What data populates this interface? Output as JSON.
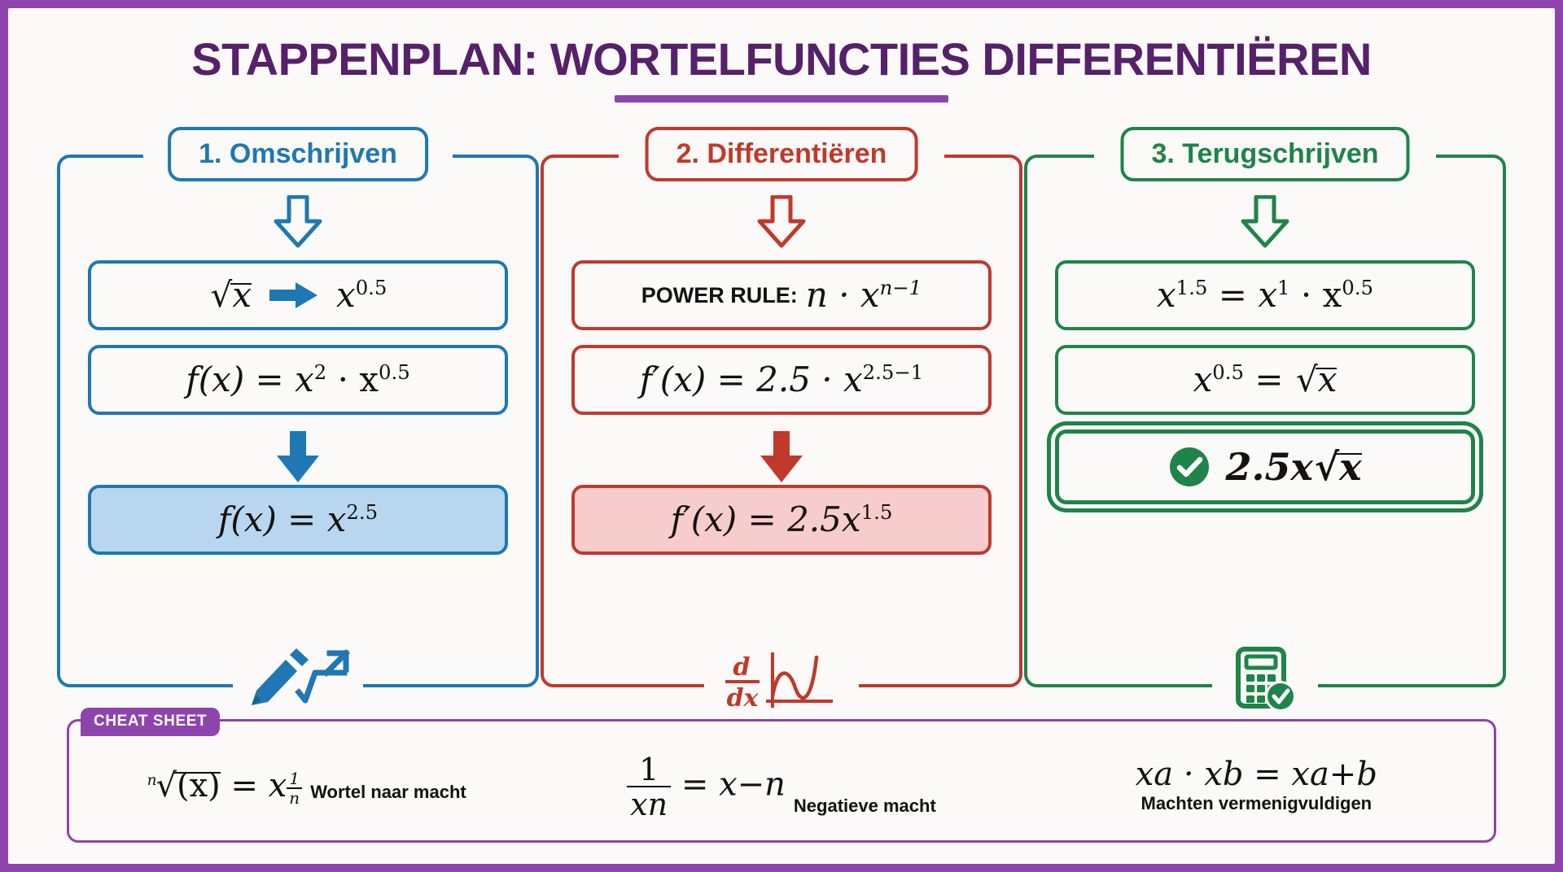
{
  "page": {
    "title": "STAPPENPLAN: WORTELFUNCTIES DIFFERENTIËREN",
    "frame_color": "#8e44ad",
    "canvas_color": "#fbfaf8",
    "title_color": "#56206b"
  },
  "columns": [
    {
      "id": "omschrijven",
      "header": "1. Omschrijven",
      "accent": "#1f77b4",
      "highlight_fill": "#b8d6ef",
      "deco_icon": "pencil-sqrt-arrow-icon",
      "boxes": [
        {
          "kind": "transform",
          "left": "√x",
          "right": "x",
          "right_exp": "0.5"
        },
        {
          "kind": "formula",
          "text": "f(x) = x² · x^0.5"
        },
        {
          "kind": "result",
          "text": "f(x) = x^2.5"
        }
      ]
    },
    {
      "id": "differentieren",
      "header": "2. Differentiëren",
      "accent": "#c0392b",
      "highlight_fill": "#f6cdcc",
      "deco_icon": "derivative-curve-icon",
      "boxes": [
        {
          "kind": "rule",
          "label": "POWER RULE:",
          "text": "n · x^(n−1)"
        },
        {
          "kind": "formula",
          "text": "f′(x) = 2.5 · x^(2.5−1)"
        },
        {
          "kind": "result",
          "text": "f′(x) = 2.5x^1.5"
        }
      ]
    },
    {
      "id": "terugschrijven",
      "header": "3. Terugschrijven",
      "accent": "#1e8449",
      "highlight_fill": "#ffffff",
      "deco_icon": "calculator-check-icon",
      "boxes": [
        {
          "kind": "formula",
          "text": "x^1.5 = x^1 · x^0.5"
        },
        {
          "kind": "formula",
          "text": "x^0.5 = √x"
        },
        {
          "kind": "answer",
          "text": "2.5x√x",
          "badge": "check-circle-icon"
        }
      ]
    }
  ],
  "cheat_sheet": {
    "badge": "CHEAT SHEET",
    "accent": "#8e44ad",
    "items": [
      {
        "id": "wortel-naar-macht",
        "formula": "ⁿ√(x) = x^(1/n)",
        "caption": "Wortel naar macht"
      },
      {
        "id": "negatieve-macht",
        "formula": "1/xⁿ = x^(−n)",
        "caption": "Negatieve macht"
      },
      {
        "id": "machten-vermenigvuldigen",
        "formula": "x^a · x^b = x^(a+b)",
        "caption": "Machten vermenigvuldigen"
      }
    ]
  },
  "math_parts": {
    "c1b1_left_root": "√",
    "c1b1_left_var": "x",
    "c1b1_right_base": "x",
    "c1b1_right_exp": "0.5",
    "c1b2_a": "f(x) = x",
    "c1b2_e1": "2",
    "c1b2_mid": " · x",
    "c1b2_e2": "0.5",
    "c1b3_a": "f(x) = x",
    "c1b3_e1": "2.5",
    "c2b1_label": "POWER RULE:",
    "c2b1_a": "n · x",
    "c2b1_e1": "n−1",
    "c2b2_a": "f′(x) = 2.5 · x",
    "c2b2_e1": "2.5−1",
    "c2b3_a": "f′(x) = 2.5x",
    "c2b3_e1": "1.5",
    "c3b1_a": "x",
    "c3b1_e1": "1.5",
    "c3b1_b": " = x",
    "c3b1_e2": "1",
    "c3b1_c": " · x",
    "c3b1_e3": "0.5",
    "c3b2_a": "x",
    "c3b2_e1": "0.5",
    "c3b2_b": " = ",
    "c3b2_root": "√",
    "c3b2_var": "x",
    "c3b3_a": "2.5x",
    "c3b3_root": "√",
    "c3b3_var": "x",
    "cs1_idx": "n",
    "cs1_root": "√",
    "cs1_arg": "(x)",
    "cs1_eq": " = x",
    "cs1_num": "1",
    "cs1_den": "n",
    "cs2_num": "1",
    "cs2_den_base": "x",
    "cs2_den_exp": "n",
    "cs2_eq": " = x",
    "cs2_exp": "−n",
    "cs3_a": "x",
    "cs3_e1": "a",
    "cs3_b": " · x",
    "cs3_e2": "b",
    "cs3_c": " = x",
    "cs3_e3": "a+b"
  }
}
